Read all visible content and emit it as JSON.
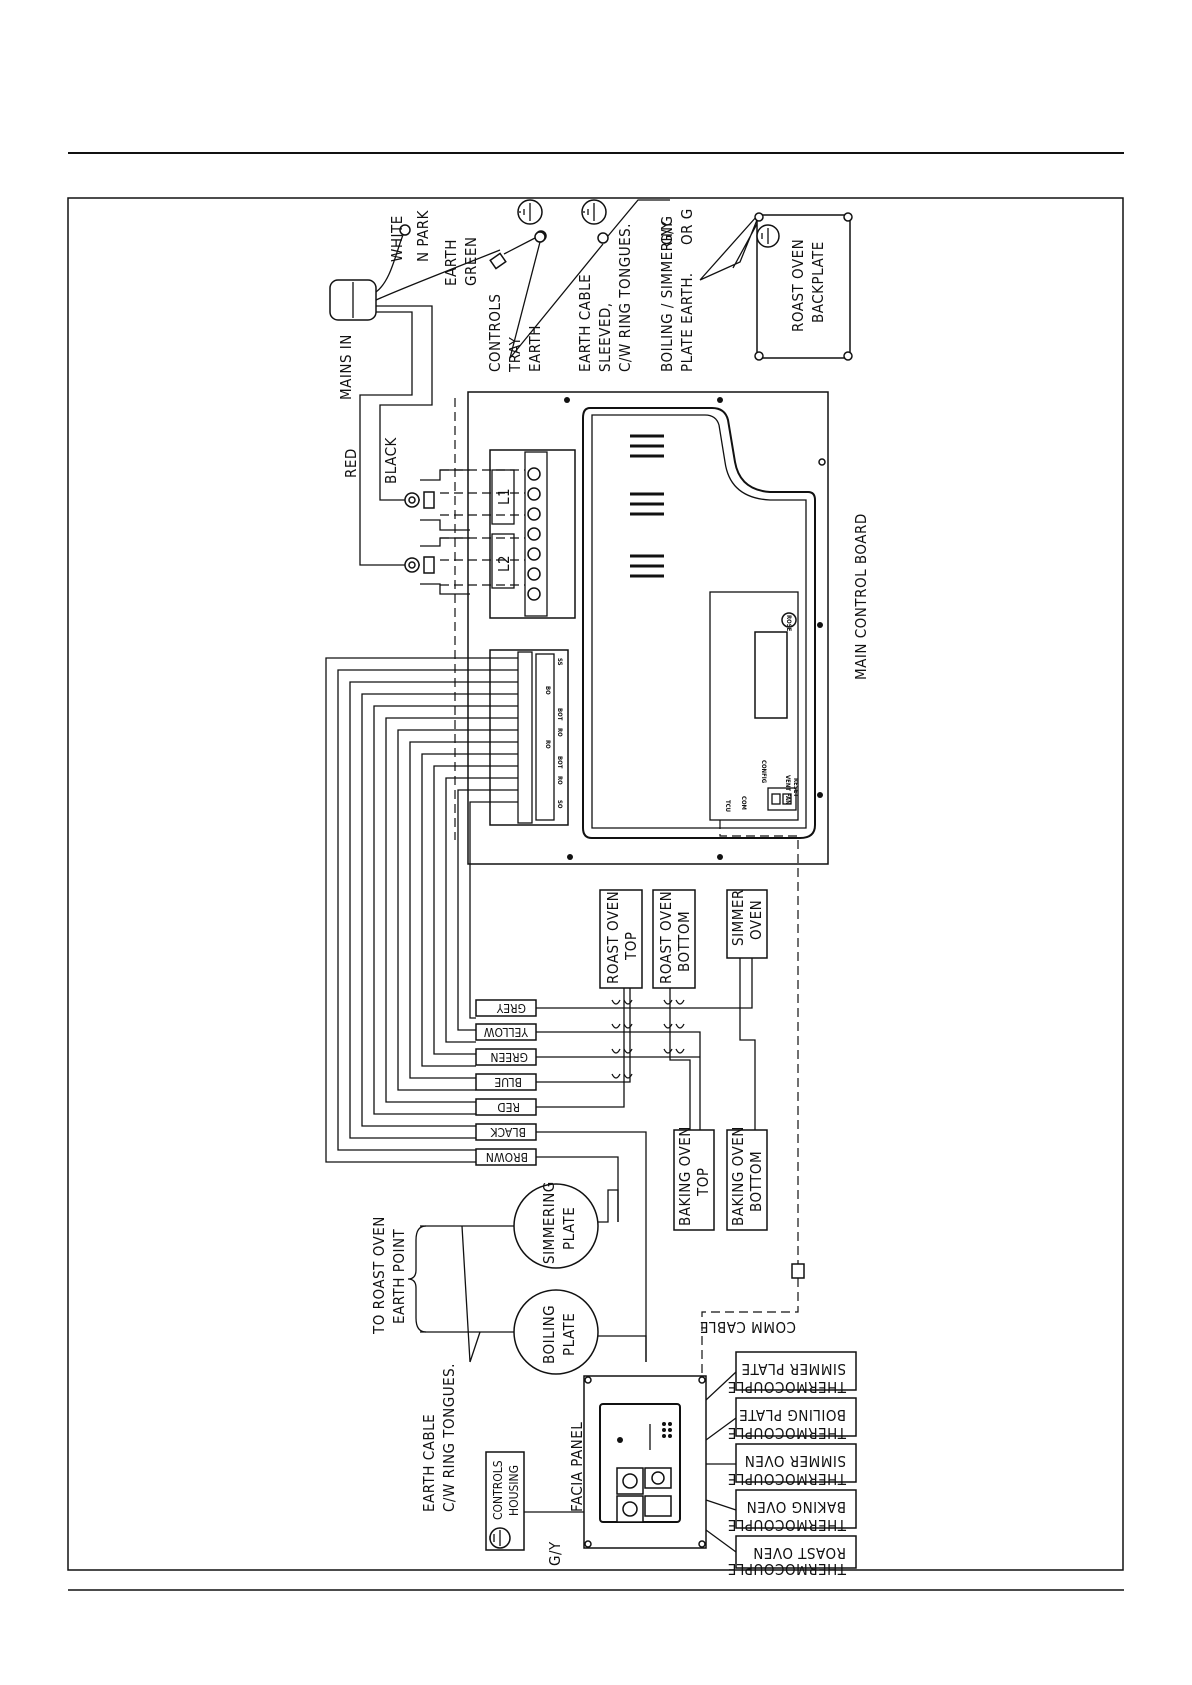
{
  "top_label": "MAINS IN",
  "mains_wires": {
    "red": "RED",
    "black": "BLACK",
    "white": "WHITE",
    "n_park": "N PARK",
    "earth_green": [
      "EARTH",
      "GREEN"
    ]
  },
  "earth_notes": {
    "controls_tray_earth": [
      "CONTROLS",
      "TRAY",
      "EARTH"
    ],
    "earth_cable_sleeved": [
      "EARTH CABLE",
      "SLEEVED,",
      "C/W RING TONGUES."
    ],
    "boiling_simmering_earth": [
      "BOILING / SIMMERING",
      "PLATE EARTH."
    ],
    "gy_or_g": [
      "G/Y",
      "OR G"
    ],
    "roast_backplate": [
      "ROAST OVEN",
      "BACKPLATE"
    ],
    "to_roast_earth": [
      "TO ROAST OVEN",
      "EARTH POINT"
    ],
    "earth_cable_ring": [
      "EARTH CABLE",
      "C/W RING TONGUES."
    ],
    "controls_housing": [
      "CONTROLS",
      "HOUSING"
    ],
    "gy": "G/Y"
  },
  "board": {
    "title": "MAIN CONTROL BOARD",
    "l1": "L1",
    "l2": "L2",
    "small_labels": [
      "ROSE",
      "VENT FAN",
      "CONFIG",
      "RESET",
      "TCU",
      "COM"
    ],
    "terminal_labels": [
      "SS",
      "BOT",
      "RO",
      "BOT",
      "RO",
      "SO",
      "BO",
      "RO"
    ]
  },
  "elements": {
    "roast_top": [
      "ROAST OVEN",
      "TOP"
    ],
    "roast_bottom": [
      "ROAST OVEN",
      "BOTTOM"
    ],
    "simmer_oven": [
      "SIMMER",
      "OVEN"
    ],
    "baking_top": [
      "BAKING OVEN",
      "TOP"
    ],
    "baking_bottom": [
      "BAKING OVEN",
      "BOTTOM"
    ],
    "simmering_plate": [
      "SIMMERING",
      "PLATE"
    ],
    "boiling_plate": [
      "BOILING",
      "PLATE"
    ]
  },
  "wire_colours": [
    "GREY",
    "YELLOW",
    "GREEN",
    "BLUE",
    "RED",
    "BLACK",
    "BROWN"
  ],
  "comm_cable": "COMM CABLE",
  "facia_panel": "FACIA PANEL",
  "thermocouples": [
    [
      "SIMMER PLATE",
      "THERMOCOUPLE"
    ],
    [
      "BOILING PLATE",
      "THERMOCOUPLE"
    ],
    [
      "SIMMER OVEN",
      "THERMOCOUPLE"
    ],
    [
      "BAKING OVEN",
      "THERMOCOUPLE"
    ],
    [
      "ROAST OVEN",
      "THERMOCOUPLE"
    ]
  ]
}
